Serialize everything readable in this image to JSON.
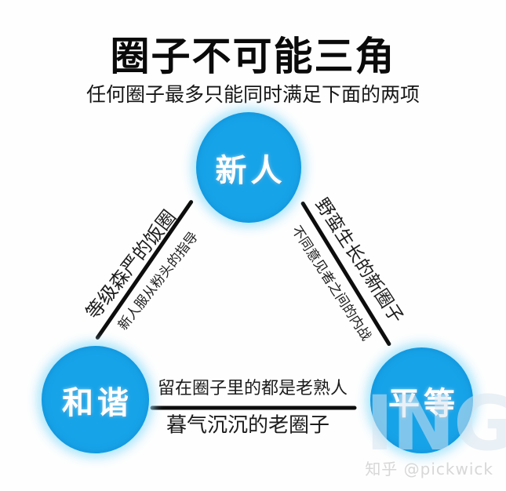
{
  "title": "圈子不可能三角",
  "subtitle": "任何圈子最多只能同时满足下面的两项",
  "nodes": {
    "top": "新人",
    "bottom_left": "和谐",
    "bottom_right": "平等"
  },
  "edges": {
    "left_outer": "等级森严的饭圈",
    "left_inner": "新人服从粉头的指导",
    "right_outer": "野蛮生长的新圈子",
    "right_inner": "不同意见者之间的内战",
    "bottom_outer": "留在圈子里的都是老熟人",
    "bottom_inner": "暮气沉沉的老圈子"
  },
  "watermarks": {
    "source_credit": "知乎 @pickwick",
    "background_letters": "ING"
  },
  "colors": {
    "node_fill": "#17a3e8",
    "node_text": "#ffffff",
    "line": "#0d0d0d",
    "watermark_text": "#d7d7d7"
  }
}
